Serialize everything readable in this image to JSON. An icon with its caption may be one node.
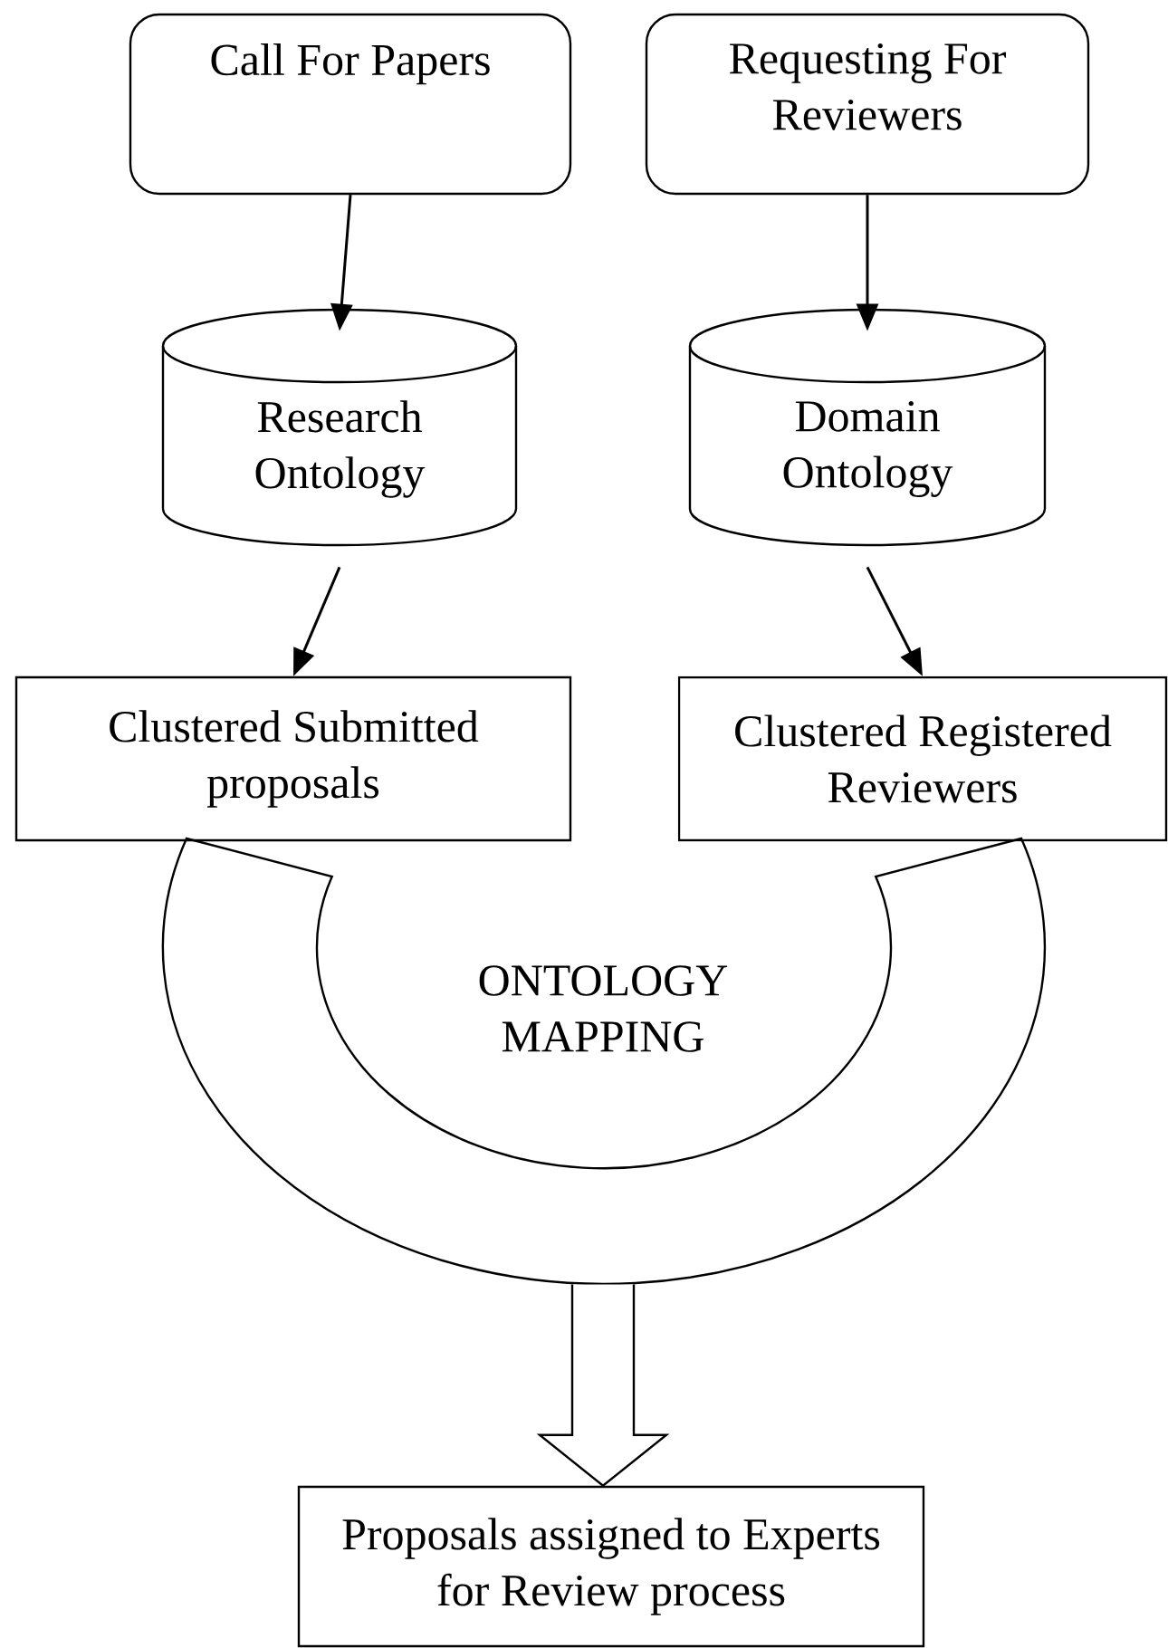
{
  "diagram": {
    "nodes": [
      {
        "text": [
          "Call For Papers"
        ]
      },
      {
        "text": [
          "Requesting For Reviewers"
        ]
      },
      {
        "text": [
          "Research Ontology"
        ]
      },
      {
        "text": [
          "Domain Ontology"
        ]
      },
      {
        "text": [
          "Clustered Submitted proposals"
        ]
      },
      {
        "text": [
          "Clustered Registered Reviewers"
        ]
      },
      {
        "text": [
          "ONTOLOGY MAPPING"
        ]
      },
      {
        "text": [
          "Proposals assigned to Experts for Review process"
        ]
      }
    ],
    "edges": [
      {
        "from": 0,
        "to": 2,
        "arrow": "to"
      },
      {
        "from": 1,
        "to": 3,
        "arrow": "to"
      },
      {
        "from": 2,
        "to": 4,
        "arrow": "to"
      },
      {
        "from": 3,
        "to": 5,
        "arrow": "to"
      },
      {
        "from": 6,
        "to": 7,
        "arrow": "to"
      }
    ]
  }
}
